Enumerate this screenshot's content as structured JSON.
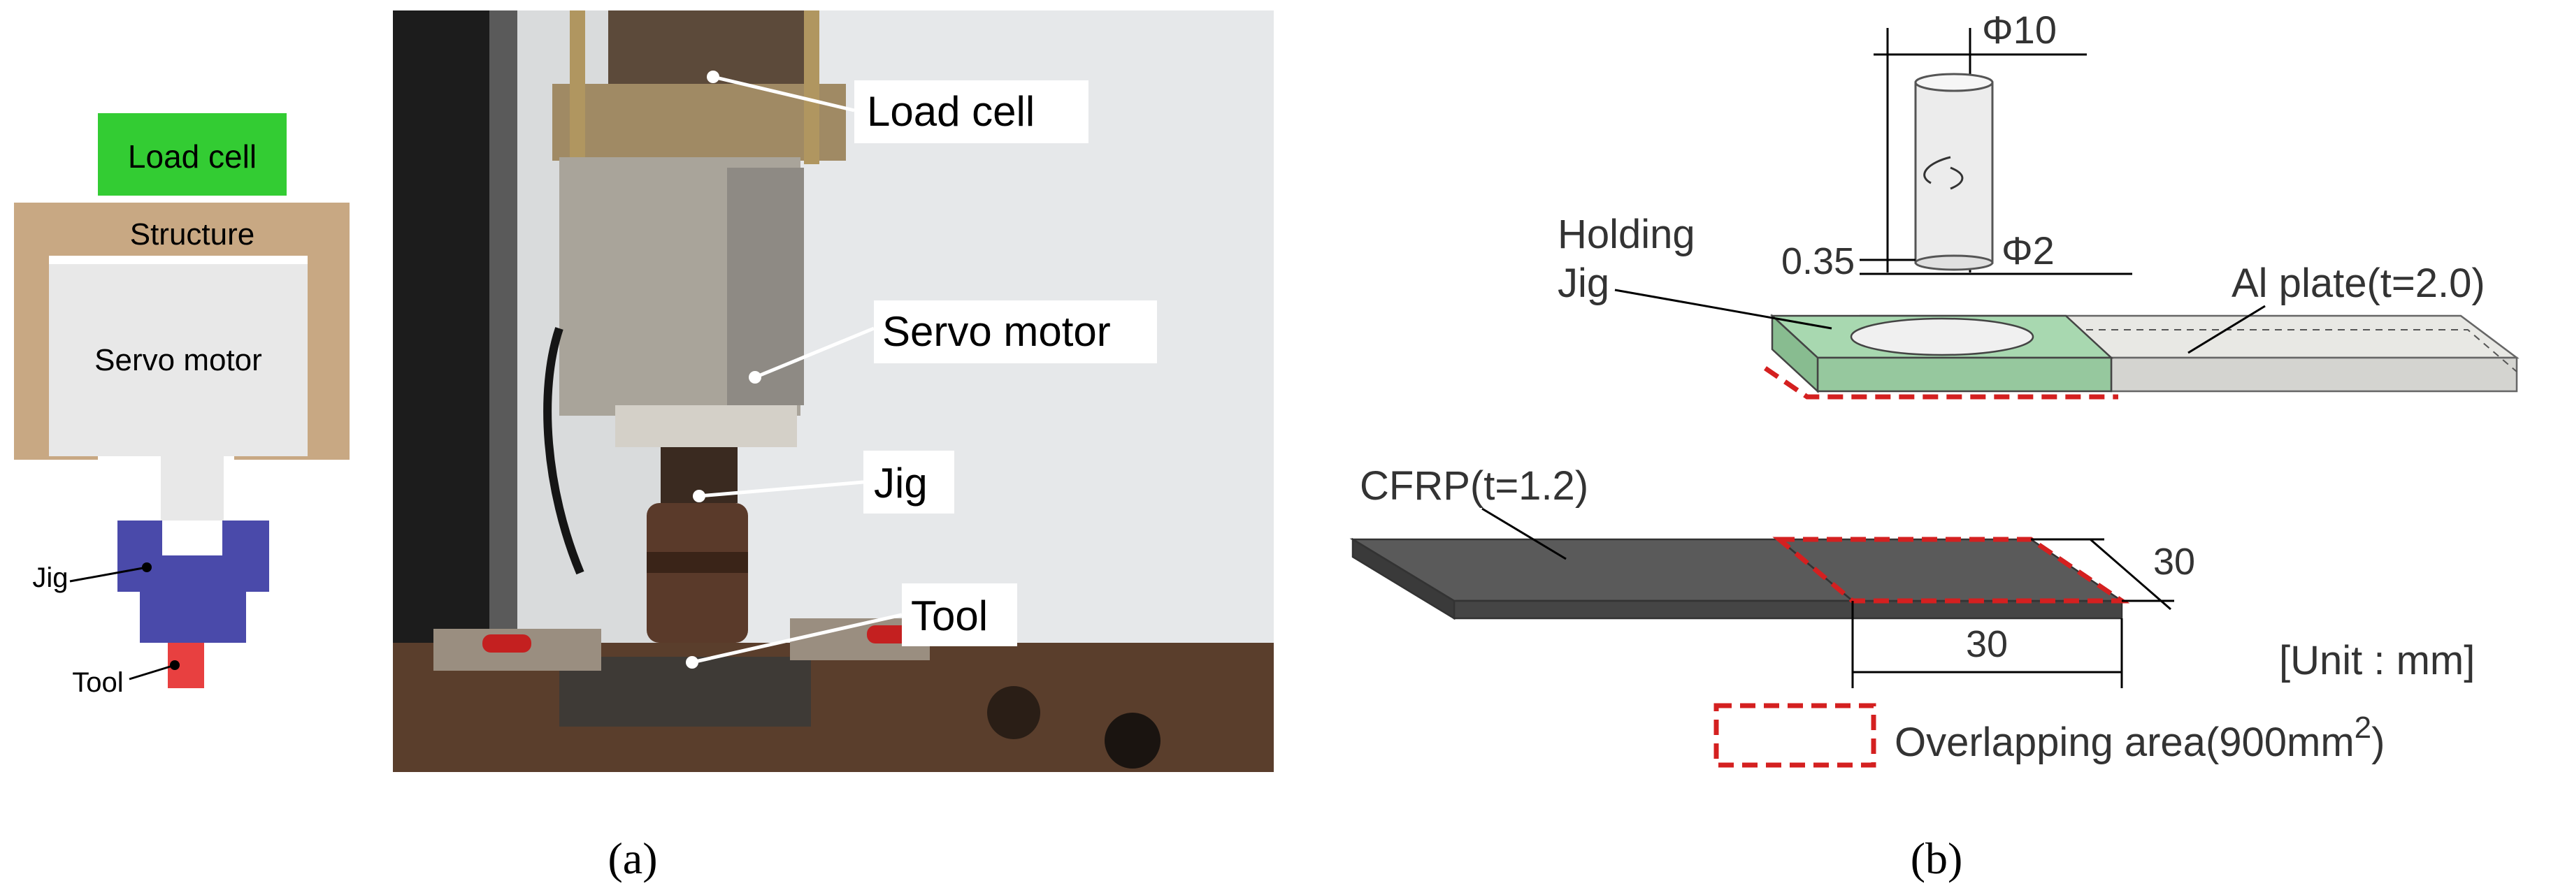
{
  "panel_a": {
    "schematic": {
      "load_cell": "Load cell",
      "structure": "Structure",
      "servo_motor": "Servo motor",
      "jig": "Jig",
      "tool": "Tool"
    },
    "photo_callouts": {
      "load_cell": "Load cell",
      "servo_motor": "Servo motor",
      "jig": "Jig",
      "tool": "Tool"
    },
    "caption": "(a)"
  },
  "panel_b": {
    "tool_dims": {
      "shoulder_diameter": "Φ10",
      "pin_diameter": "Φ2",
      "pin_length": "0.35"
    },
    "holding_jig_line1": "Holding",
    "holding_jig_line2": "Jig",
    "al_plate": "Al plate(t=2.0)",
    "cfrp": "CFRP(t=1.2)",
    "overlap_dim_side": "30",
    "overlap_dim_bottom": "30",
    "unit": "[Unit : mm]",
    "legend_overlap": "Overlapping area(900mm",
    "legend_sup": "2",
    "legend_close": ")",
    "caption": "(b)"
  },
  "colors": {
    "load_cell": "#33cc33",
    "structure": "#c8a883",
    "servo": "#e8e8e8",
    "jig": "#4a4aaa",
    "tool": "#e84040",
    "jig_green": "#a8d8b0",
    "cfrp": "#5a5a5a",
    "al_plate": "#e0e0dc",
    "overlap": "#d42020"
  }
}
